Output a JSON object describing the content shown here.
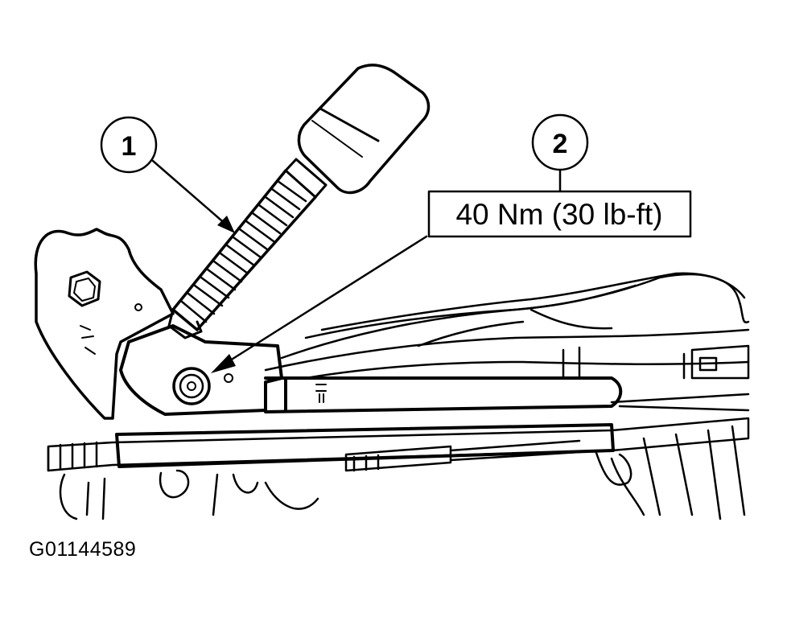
{
  "callouts": [
    {
      "number": "1"
    },
    {
      "number": "2"
    }
  ],
  "torque_spec": "40 Nm (30 lb-ft)",
  "figure_id": "G01144589",
  "line_color": "#000000",
  "background_color": "#ffffff"
}
